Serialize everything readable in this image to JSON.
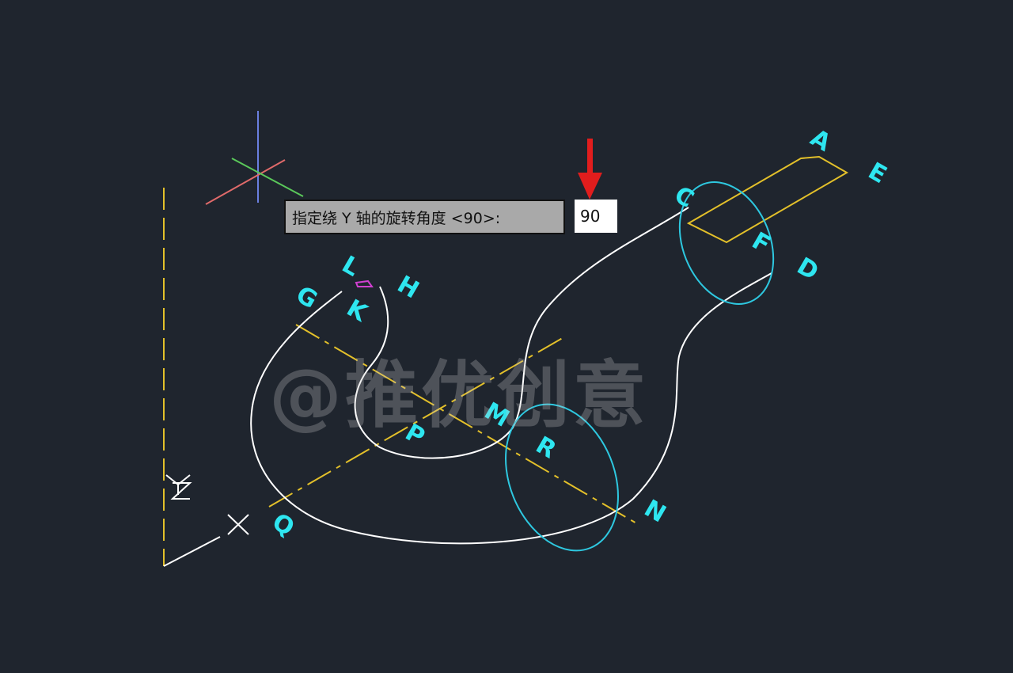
{
  "prompt": {
    "text": "指定绕 Y 轴的旋转角度 <90>:",
    "input_value": "90"
  },
  "labels": {
    "A": "A",
    "E": "E",
    "C": "C",
    "F": "F",
    "D": "D",
    "L": "L",
    "H": "H",
    "G": "G",
    "K": "K",
    "M": "M",
    "P": "P",
    "R": "R",
    "N": "N",
    "Q": "Q"
  },
  "ucs": {
    "z": "Z",
    "x": "X"
  },
  "watermark": "@推优创意",
  "colors": {
    "background": "#1f252e",
    "curve": "#ffffff",
    "axis_line": "#e3c02a",
    "circle": "#2ec8e0",
    "label": "#2ee6f0",
    "arrow": "#e11d1d",
    "tooltip": "#a9a9a9"
  }
}
